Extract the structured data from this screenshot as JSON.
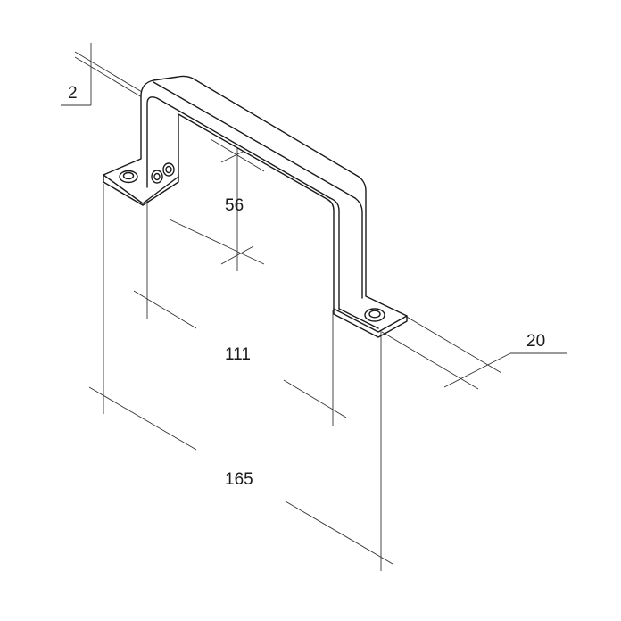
{
  "dimensions": {
    "thickness": "2",
    "height": "56",
    "inner_width": "111",
    "outer_width": "165",
    "tab_width": "20"
  },
  "colors": {
    "line": "#1a1a1a",
    "dimension_line": "#333333",
    "background": "#ffffff"
  }
}
